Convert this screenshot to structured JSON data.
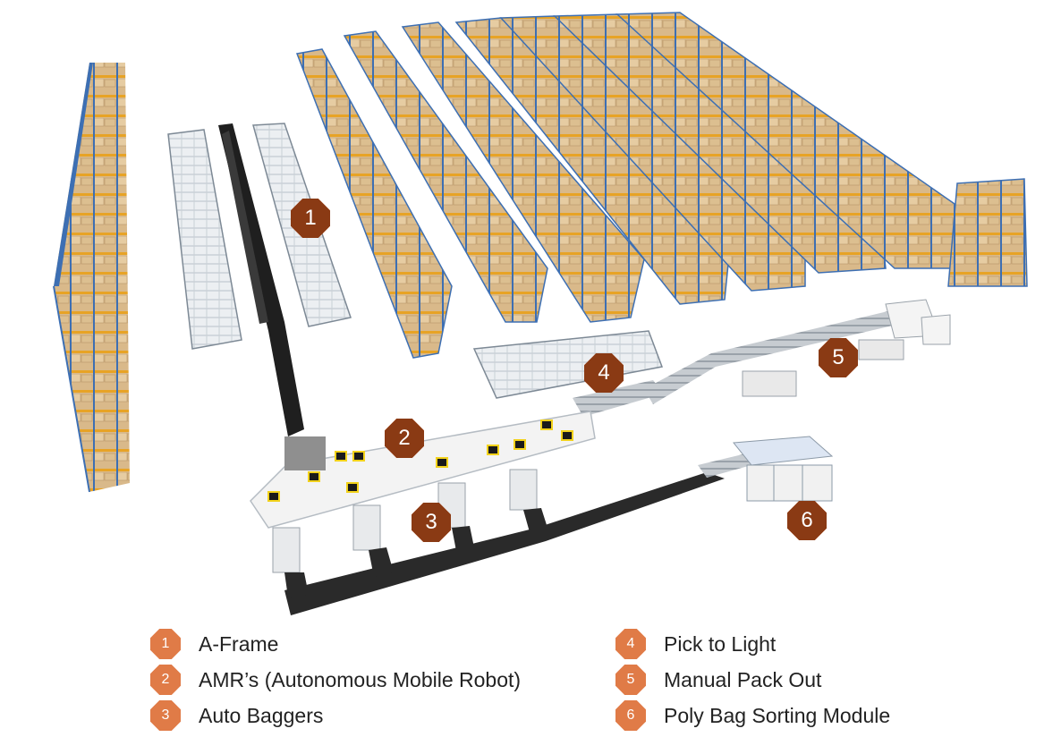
{
  "markers": [
    {
      "number": "1"
    },
    {
      "number": "2"
    },
    {
      "number": "3"
    },
    {
      "number": "4"
    },
    {
      "number": "5"
    },
    {
      "number": "6"
    }
  ],
  "legend": [
    {
      "number": "1",
      "label": "A-Frame"
    },
    {
      "number": "2",
      "label": "AMR’s (Autonomous Mobile Robot)"
    },
    {
      "number": "3",
      "label": "Auto Baggers"
    },
    {
      "number": "4",
      "label": "Pick to Light"
    },
    {
      "number": "5",
      "label": "Manual Pack Out"
    },
    {
      "number": "6",
      "label": "Poly Bag Sorting Module"
    }
  ],
  "colors": {
    "marker": "#d5612a",
    "legend_badge": "#e07b47",
    "rack_frame": "#3d6fb3",
    "rack_beam": "#e7a326",
    "box": "#d9b98a",
    "conveyor": "#2a2a2a",
    "robot": "#f2d21b"
  }
}
